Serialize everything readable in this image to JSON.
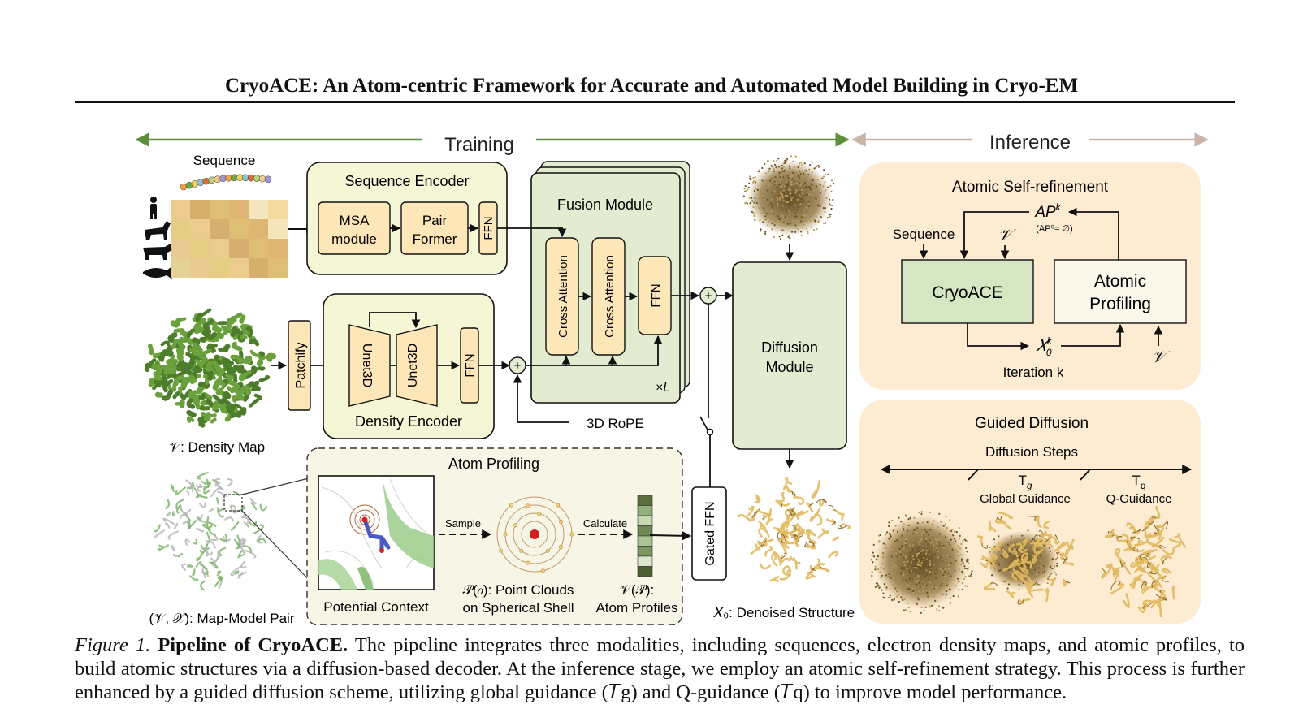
{
  "title": "CryoACE: An Atom-centric Framework for Accurate and Automated Model Building in Cryo-EM",
  "phases": {
    "training": "Training",
    "inference": "Inference"
  },
  "colors": {
    "training_arrow": "#5f8f3a",
    "inference_arrow": "#c9b5a8",
    "box_fill": "#f4f6d6",
    "block_fill": "#fde6b8",
    "module_fill": "#e3ecd1",
    "panel_fill": "#fdebd2",
    "protein": "#e2b95e",
    "density": "#6aa13d"
  },
  "inputs": {
    "sequence": "Sequence",
    "density_map": "𝒱: Density Map",
    "map_model_pair": "(𝒱, 𝒳): Map-Model Pair"
  },
  "sequence_encoder": {
    "title": "Sequence Encoder",
    "msa_line1": "MSA",
    "msa_line2": "module",
    "pair_line1": "Pair",
    "pair_line2": "Former",
    "ffn": "FFN"
  },
  "density_encoder": {
    "title": "Density Encoder",
    "patchify": "Patchify",
    "unet_a": "Unet3D",
    "unet_b": "Unet3D",
    "ffn": "FFN"
  },
  "fusion_module": {
    "title": "Fusion Module",
    "cross_a": "Cross Attention",
    "cross_b": "Cross Attention",
    "ffn": "FFN",
    "repeat": "×L",
    "rope": "3D RoPE"
  },
  "diffusion_module": {
    "line1": "Diffusion",
    "line2": "Module",
    "output": "𝑋₀: Denoised Structure"
  },
  "gated_ffn": "Gated FFN",
  "atom_profiling": {
    "title": "Atom Profiling",
    "context": "Potential Context",
    "sample": "Sample",
    "calculate": "Calculate",
    "point_line1": "𝒫(𝑜): Point Clouds",
    "point_line2": "on Spherical Shell",
    "profile_line1": "𝒱(𝒫):",
    "profile_line2": "Atom Profiles"
  },
  "self_refinement": {
    "title": "Atomic Self-refinement",
    "ap_k": "AP",
    "ap_k_sup": "k",
    "ap_init": "(AP⁰= ∅)",
    "sequence": "Sequence",
    "v": "𝒱",
    "cryoace": "CryoACE",
    "profiling_line1": "Atomic",
    "profiling_line2": "Profiling",
    "x0k": "𝑋",
    "x0k_sup": "k",
    "x0k_sub": "0",
    "iteration": "Iteration k",
    "v_bottom": "𝒱"
  },
  "guided_diffusion": {
    "title": "Guided Diffusion",
    "steps": "Diffusion Steps",
    "tg": "T",
    "tg_sub": "g",
    "tg_label": "Global Guidance",
    "tq": "T",
    "tq_sub": "q",
    "tq_label": "Q-Guidance"
  },
  "caption": {
    "fig": "Figure 1.",
    "bold": "Pipeline of CryoACE.",
    "line1": "The pipeline integrates three modalities, including sequences, electron density maps, and atomic profiles,",
    "line2": "to build atomic structures via a diffusion-based decoder. At the inference stage, we employ an atomic self-refinement strategy. This process",
    "line3": "is further enhanced by a guided diffusion scheme, utilizing global guidance (𝑇g) and Q-guidance (𝑇q) to improve model performance."
  }
}
